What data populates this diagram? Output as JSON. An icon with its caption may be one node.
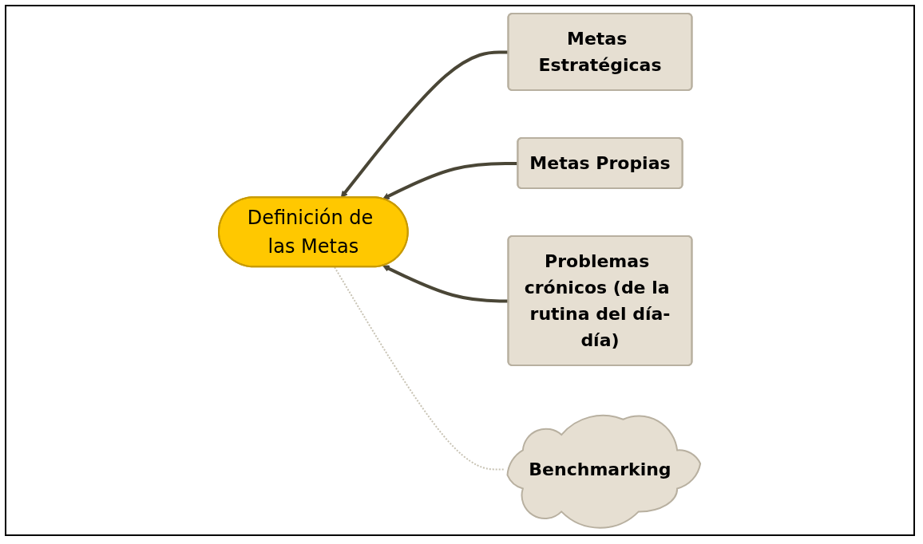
{
  "diagram": {
    "nodes": [
      {
        "text": [
          "Metas Estratégicas"
        ]
      },
      {
        "text": [
          "Definición de las Metas"
        ]
      },
      {
        "text": [
          "Metas Propias"
        ]
      },
      {
        "text": [
          "Problemas crónicos (de la rutina del día-día)"
        ]
      },
      {
        "text": [
          "Benchmarking"
        ]
      }
    ],
    "edges": [
      {
        "from": 0,
        "to": 1,
        "arrow": "to"
      },
      {
        "from": 2,
        "to": 1,
        "arrow": "to"
      },
      {
        "from": 3,
        "to": 1,
        "arrow": "to"
      },
      {
        "from": 4,
        "to": 1,
        "arrow": "none",
        "style": "dashed",
        "color": "#c8c3b4"
      }
    ]
  }
}
